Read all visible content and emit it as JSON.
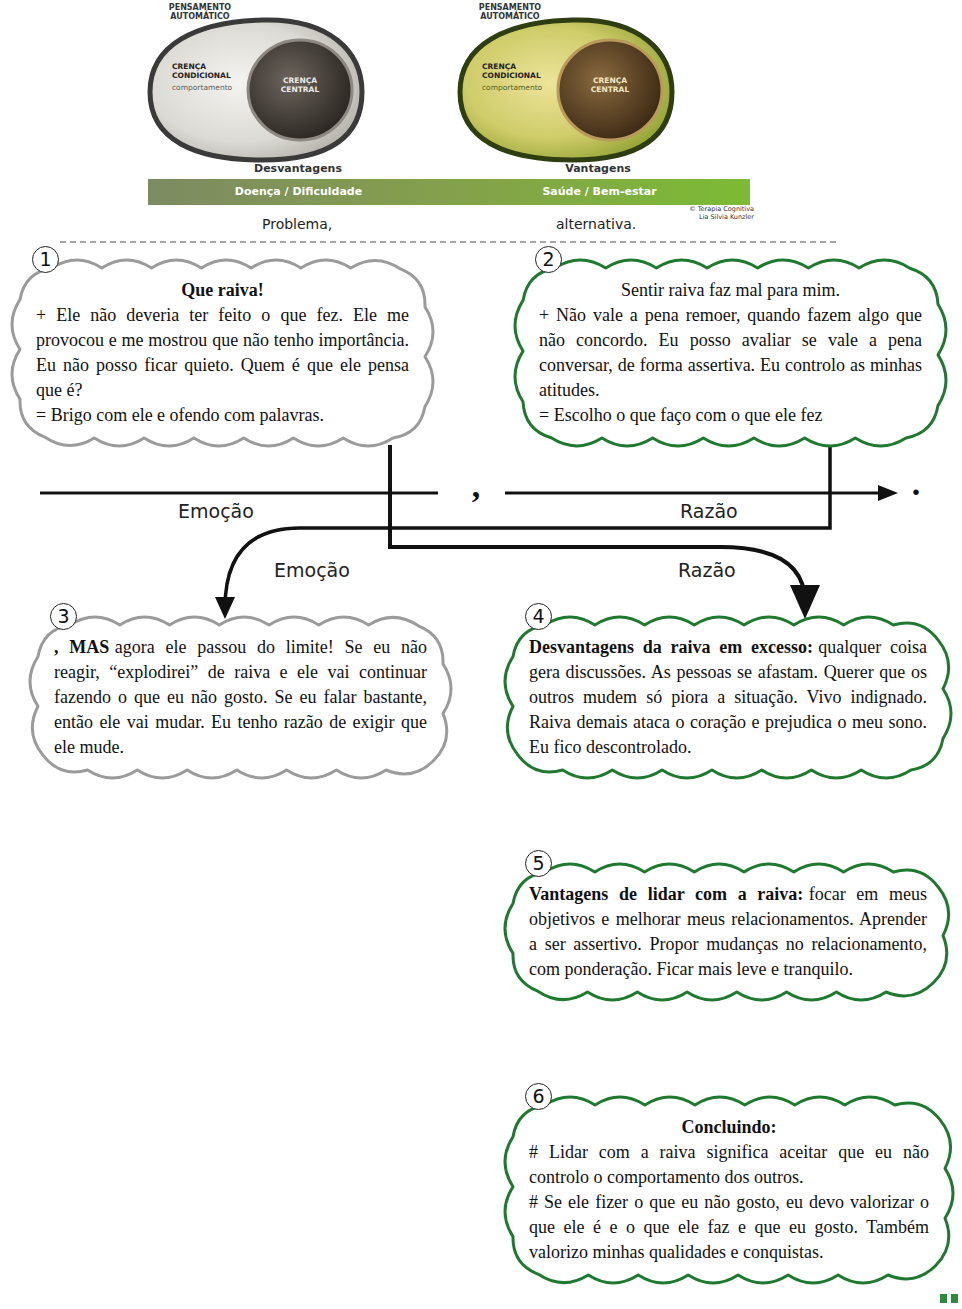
{
  "diagram": {
    "nodes": [
      {
        "text": [
          "Doença / Dificuldade",
          "Saúde / Bem-estar"
        ]
      },
      {
        "text": [
          "Que raiva!",
          "+ Ele não deveria ter feito o que fez. Ele me provocou e me mostrou que não tenho importância. Eu não posso ficar quieto. Quem é que ele pensa que é?",
          "= Brigo com ele e ofendo com palavras."
        ]
      },
      {
        "text": [
          "Sentir raiva faz mal para mim.",
          "+ Não vale a pena remoer, quando fazem algo que não concordo. Eu posso avaliar se vale a pena conversar, de forma assertiva. Eu controlo as minhas atitudes.",
          "= Escolho o que faço com o que ele fez"
        ]
      },
      {
        "text": [
          ", MAS",
          "agora ele passou do limite! Se eu não reagir, “explodirei” de raiva e ele vai continuar fazendo o que eu não gosto. Se eu falar bastante, então ele vai mudar. Eu tenho razão de exigir que ele mude."
        ]
      },
      {
        "text": [
          "Desvantagens da raiva em excesso:",
          "qualquer coisa gera discussões. As pessoas se afastam. Querer que os outros mudem só piora a situação. Vivo indignado. Raiva demais ataca o coração e prejudica o meu sono. Eu fico descontrolado."
        ]
      },
      {
        "text": [
          "Vantagens de lidar com a raiva:",
          "focar em meus objetivos e melhorar meus relacionamentos. Aprender a ser assertivo. Propor mudanças no relacionamento, com ponderação. Ficar mais leve e tranquilo."
        ]
      },
      {
        "text": [
          "Concluindo:",
          "# Lidar com a raiva significa aceitar que eu não controlo o comportamento dos outros.",
          "# Se ele fizer o que eu não gosto, eu devo valorizar o que ele é e o que ele faz e que eu gosto. Também valorizo minhas qualidades e conquistas."
        ]
      }
    ],
    "edges": [
      {
        "from": 2,
        "to": 3,
        "label": "Emoção",
        "arrow": "to"
      },
      {
        "from": 1,
        "to": 4,
        "label": "Razão",
        "arrow": "to"
      }
    ],
    "labels": [
      "PENSAMENTO AUTOMÁTICO",
      "CRENÇA CONDICIONAL",
      "comportamento",
      "CRENÇA CENTRAL",
      "PENSAMENTO AUTOMÁTICO",
      "CRENÇA CONDICIONAL",
      "comportamento",
      "CRENÇA CENTRAL",
      "Desvantagens",
      "Vantagens",
      "© Terapia Cognitiva Lia Silvia Kunzler",
      "Problema,",
      "alternativa.",
      "1",
      "2",
      "Emoção",
      ",",
      "Razão",
      ".",
      "3",
      "4",
      "5",
      "6"
    ]
  }
}
